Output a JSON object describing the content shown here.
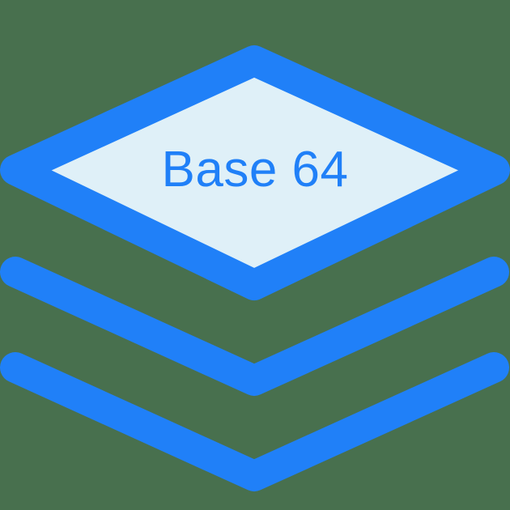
{
  "icon": {
    "name": "base64-layers-icon",
    "label": "Base 64",
    "colors": {
      "background": "#48704e",
      "stroke": "#2080f8",
      "top_fill": "#dff0f8",
      "text": "#2080f8"
    },
    "layers": [
      {
        "type": "diamond",
        "role": "top-layer"
      },
      {
        "type": "chevron",
        "role": "middle-layer"
      },
      {
        "type": "chevron",
        "role": "bottom-layer"
      }
    ]
  }
}
